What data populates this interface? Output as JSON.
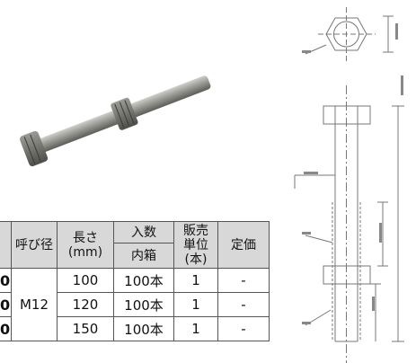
{
  "table": {
    "headers": {
      "nominal": "呼び径",
      "length": [
        "長さ",
        "(mm)"
      ],
      "quantity": "入数",
      "inner_box": "内箱",
      "sales_unit": [
        "販売",
        "単位",
        "(本)"
      ],
      "price": "定価"
    },
    "nominal_value": "M12",
    "rows": [
      {
        "prefix": "0",
        "length": "100",
        "inner_box": "100本",
        "unit": "1",
        "price": "-"
      },
      {
        "prefix": "0",
        "length": "120",
        "inner_box": "100本",
        "unit": "1",
        "price": "-"
      },
      {
        "prefix": "0",
        "length": "150",
        "inner_box": "100本",
        "unit": "1",
        "price": "-"
      }
    ]
  },
  "colors": {
    "header_bg": "#d8d8d8",
    "border": "#555555",
    "bolt_metal": "#8e8e88",
    "drawing_line": "#777777"
  },
  "icons": {
    "photo": "hex-bolt-photo",
    "drawing": "technical-drawing"
  }
}
